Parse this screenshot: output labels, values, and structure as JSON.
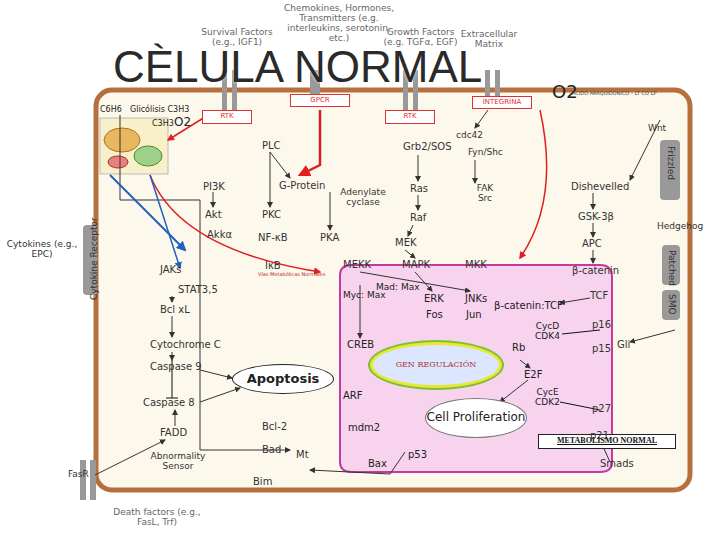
{
  "diagram": {
    "title": "CÈLULA NORMAL",
    "nodes": [
      {
        "text": [
          "GPCR"
        ]
      },
      {
        "text": [
          "RTK"
        ]
      },
      {
        "text": [
          "RTK"
        ]
      },
      {
        "text": [
          "INTEGRINA"
        ]
      },
      {
        "text": [
          "GEN REGULACIÓN"
        ]
      },
      {
        "text": [
          "Apoptosis"
        ]
      },
      {
        "text": [
          "Cell Proliferation"
        ]
      },
      {
        "text": [
          "METABOLISMO NORMAL"
        ]
      }
    ],
    "labels": [
      "Survival Factors (e.g., IGF1)",
      "Chemokines, Hormones, Transmitters (e.g. interleukins, serotonin, etc.)",
      "Growth Factors (e.g. TGFα, EGF)",
      "Extracellular Matrix",
      "O2",
      "ACIDO ARAQUIDONICO – LT CO LP",
      "C6H6",
      "Glicólisis C3H3",
      "C3H3",
      "O2",
      "cdc42",
      "Wnt",
      "PLC",
      "Grb2/SOS",
      "Fyn/Shc",
      "Frizzled",
      "PI3K",
      "G-Protein",
      "Ras",
      "Dishevelled",
      "FAK Src",
      "Adenylate cyclase",
      "Raf",
      "GSK-3β",
      "Akt",
      "PKC",
      "Akkα",
      "NF-κB",
      "PKA",
      "MEK",
      "APC",
      "Hedgehog",
      "Cytokines (e.g., EPC)",
      "Cytokine Receptor",
      "IκB",
      "MEKK",
      "MAPK",
      "MKK",
      "β-catenin",
      "Patched",
      "JAKs",
      "STAT3,5",
      "Vías Metabólicas Normales",
      "TCF",
      "Myc: Max",
      "Mad: Max",
      "ERK",
      "JNKs",
      "Bcl xL",
      "Fos",
      "Jun",
      "β-catenin:TCF",
      "SMO",
      "Cytochrome C",
      "CREB",
      "Gli",
      "CycD CDK4",
      "Rb",
      "p16",
      "p15",
      "Caspase 9",
      "E2F",
      "Caspase 8",
      "ARF",
      "CycE CDK2",
      "p27",
      "FADD",
      "Bcl-2",
      "mdm2",
      "p21",
      "p53",
      "Smads",
      "Bad",
      "Mt",
      "Bax",
      "Abnormality Sensor",
      "FasR",
      "Bim",
      "Death factors (e.g., FasL, Trf)"
    ]
  }
}
